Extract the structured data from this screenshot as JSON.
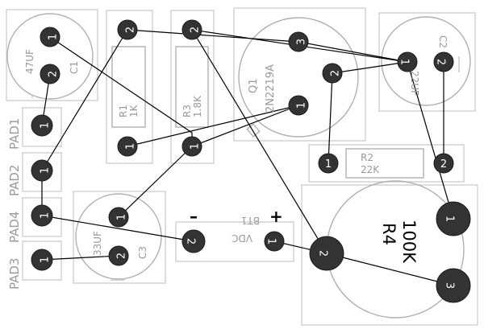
{
  "colors": {
    "background": "#ffffff",
    "outline": "#c8c8c8",
    "silk": "#9a9a9a",
    "pad": "#333333",
    "pad_text": "#ffffff",
    "trace": "#000000"
  },
  "labels": {
    "c1_value": "47UF",
    "c1_ref": "C1",
    "r1_ref": "R1",
    "r1_value": "1K",
    "r3_ref": "R3",
    "r3_value": "1.8K",
    "q1_ref": "Q1",
    "q1_part": "2N2219A",
    "c2_ref": "C2",
    "c2_value": "22UF",
    "r2_ref": "R2",
    "r2_value": "22K",
    "pad1": "PAD1",
    "pad2": "PAD2",
    "pad4": "PAD4",
    "pad3": "PAD3",
    "c3_value": "33UF",
    "c3_ref": "C3",
    "bt1_ref": "BT1",
    "bt1_value": "VDC",
    "minus": "–",
    "plus": "+",
    "r4_value": "100K",
    "r4_ref": "R4"
  },
  "pins": {
    "c1_1": "1",
    "c1_2": "2",
    "r1_2": "2",
    "r1_1": "1",
    "r3_2": "2",
    "r3_1": "1",
    "q1_3": "3",
    "q1_2": "2",
    "q1_1": "1",
    "c2_1": "1",
    "c2_2": "2",
    "r2_1": "1",
    "r2_2": "2",
    "pad1_1": "1",
    "pad2_1": "1",
    "pad4_1": "1",
    "pad3_1": "1",
    "c3_1": "1",
    "c3_2": "2",
    "bt1_2": "2",
    "bt1_1": "1",
    "r4_1": "1",
    "r4_2": "2",
    "r4_3": "3"
  }
}
